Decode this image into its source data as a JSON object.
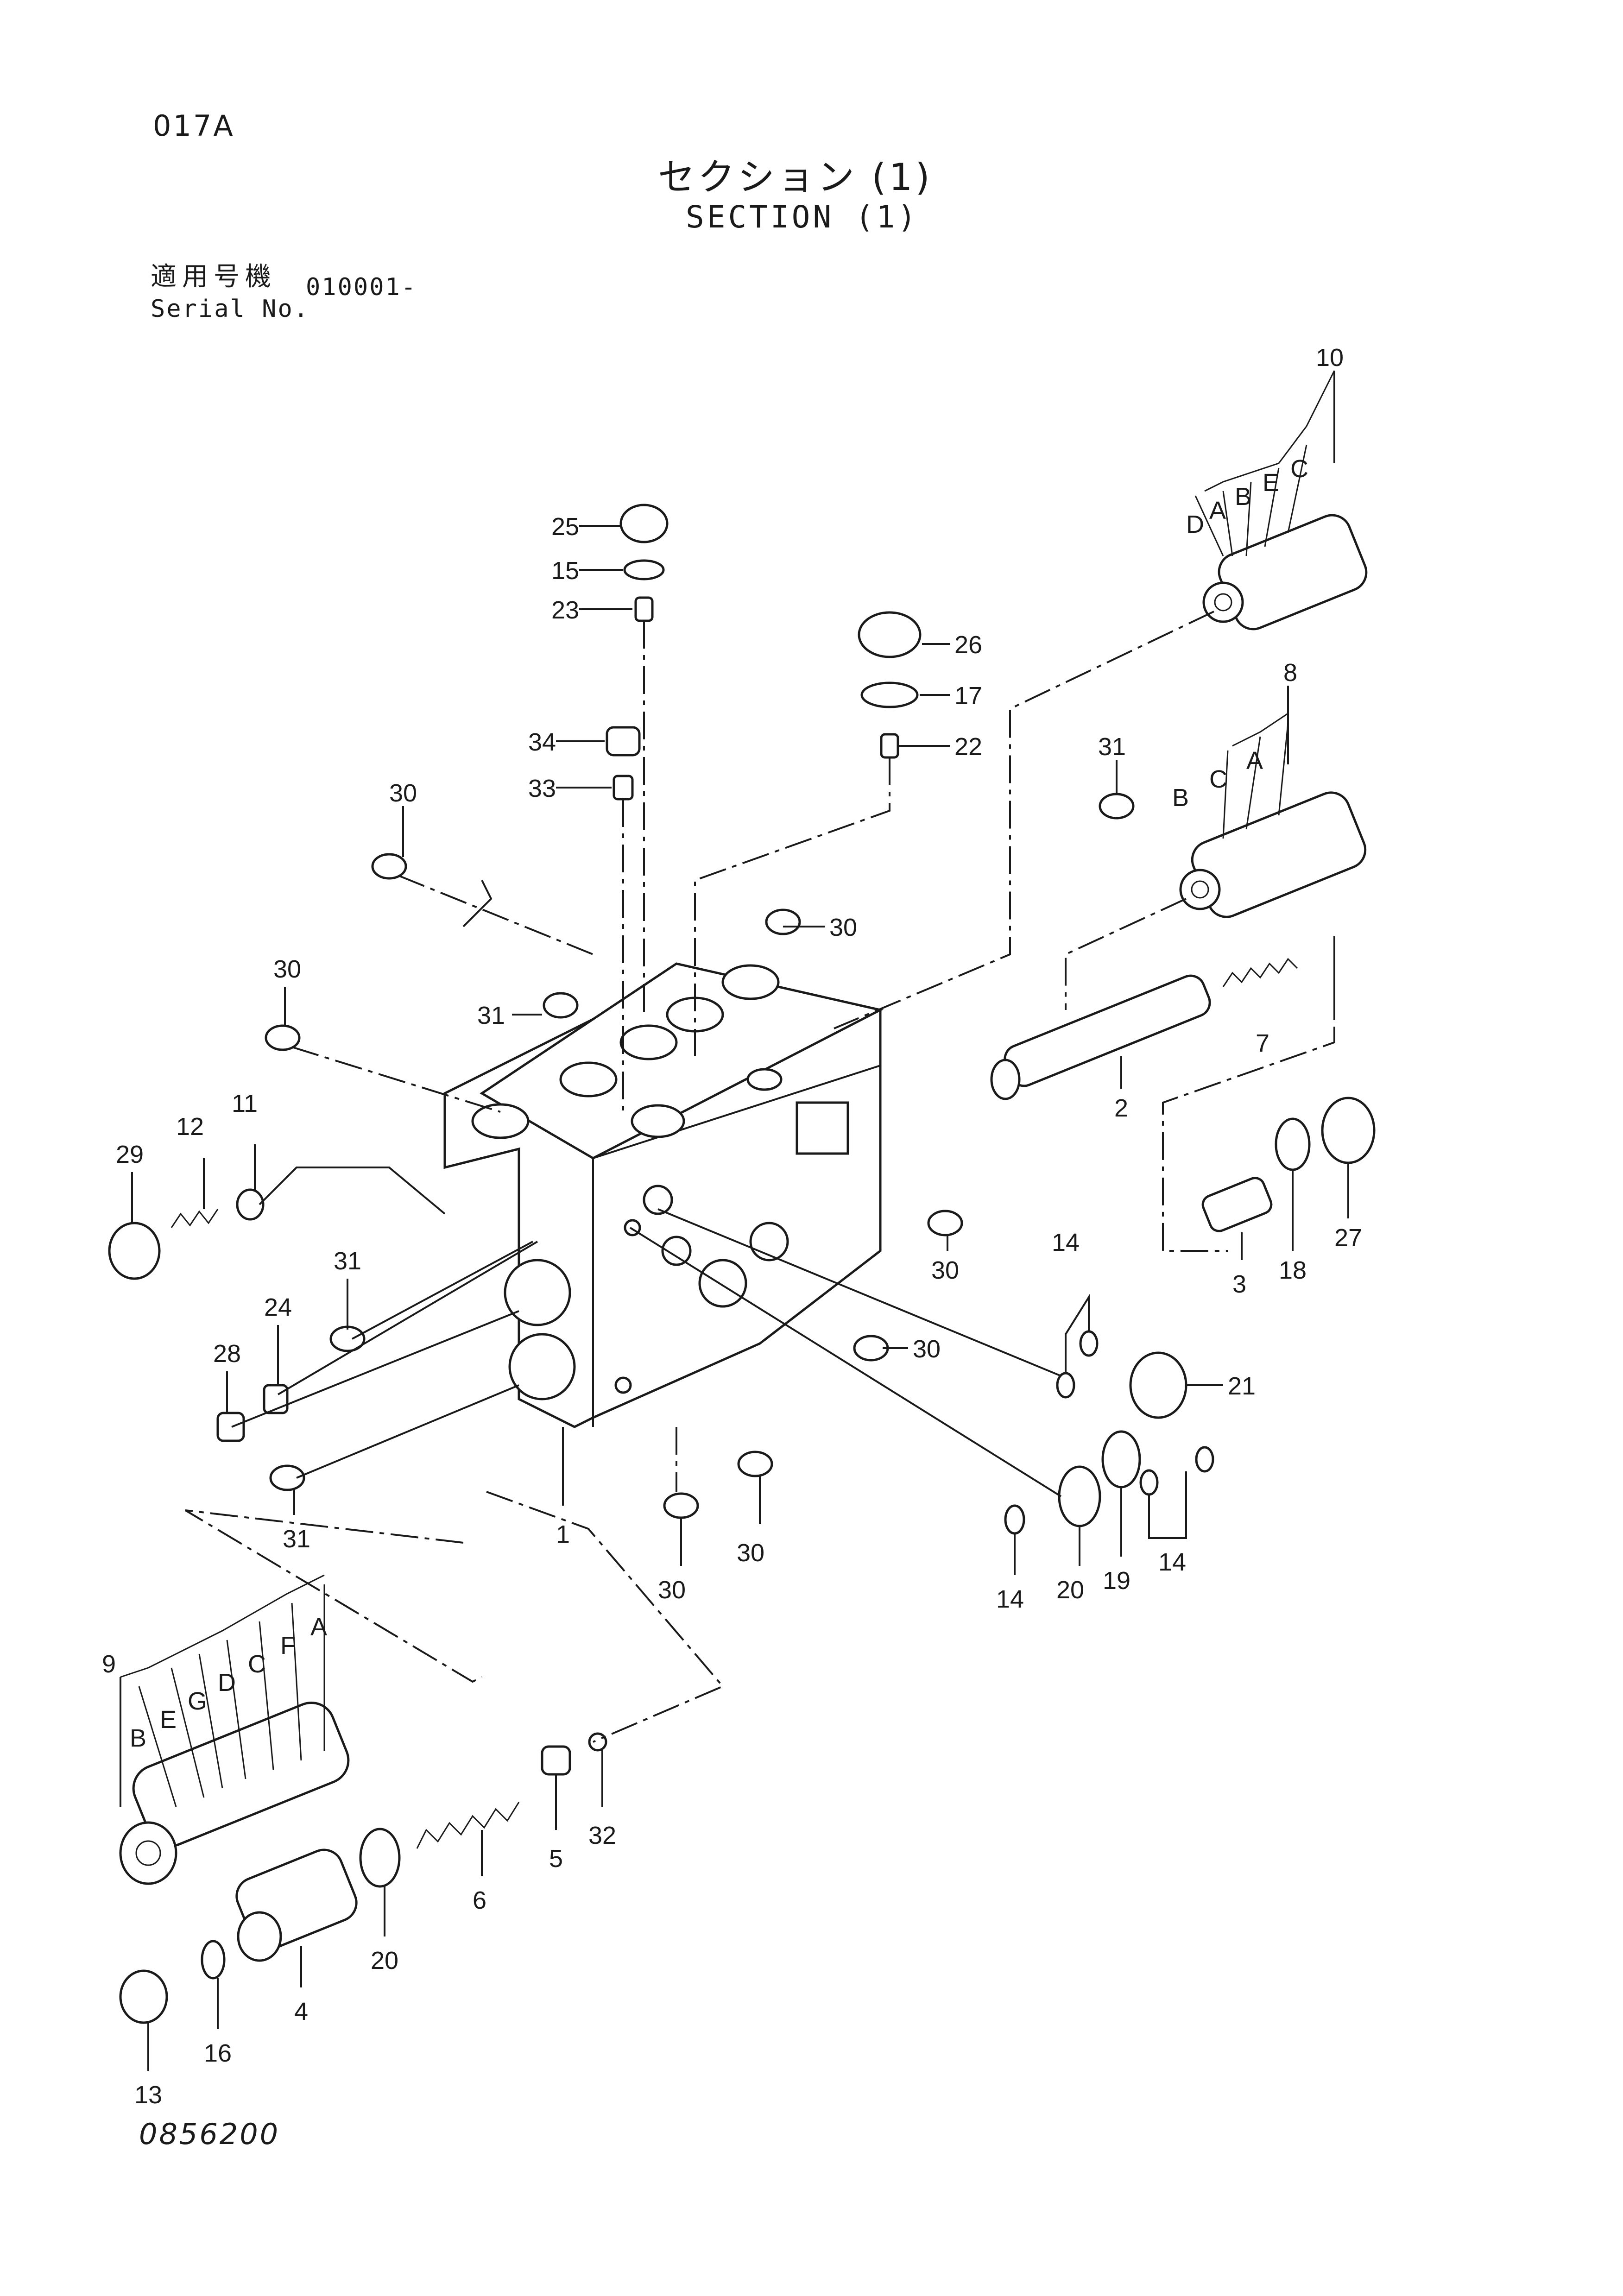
{
  "header": {
    "code": "017A",
    "title_ja": "セクション (1)",
    "title_en": "SECTION (1)",
    "serial_label_ja": "適用号機",
    "serial_label_en": "Serial No.",
    "serial_value": "010001-"
  },
  "footer": {
    "drawing_number": "0856200"
  },
  "callouts": {
    "p1": "1",
    "p2": "2",
    "p3": "3",
    "p4": "4",
    "p5": "5",
    "p6": "6",
    "p7": "7",
    "p8": "8",
    "p9": "9",
    "p10": "10",
    "p11": "11",
    "p12": "12",
    "p13": "13",
    "p14a": "14",
    "p14b": "14",
    "p14c": "14",
    "p15": "15",
    "p16": "16",
    "p17": "17",
    "p18": "18",
    "p19": "19",
    "p20a": "20",
    "p20b": "20",
    "p21": "21",
    "p22": "22",
    "p23": "23",
    "p24": "24",
    "p25": "25",
    "p26": "26",
    "p27": "27",
    "p28": "28",
    "p29": "29",
    "p30a": "30",
    "p30b": "30",
    "p30c": "30",
    "p30d": "30",
    "p30e": "30",
    "p30f": "30",
    "p30g": "30",
    "p31a": "31",
    "p31b": "31",
    "p31c": "31",
    "p31d": "31",
    "p32": "32",
    "p33": "33",
    "p34": "34"
  },
  "sublabels": {
    "p10": [
      "D",
      "A",
      "B",
      "E",
      "C"
    ],
    "p8": [
      "B",
      "C",
      "A"
    ],
    "p9": [
      "B",
      "E",
      "G",
      "D",
      "C",
      "F",
      "A"
    ]
  }
}
